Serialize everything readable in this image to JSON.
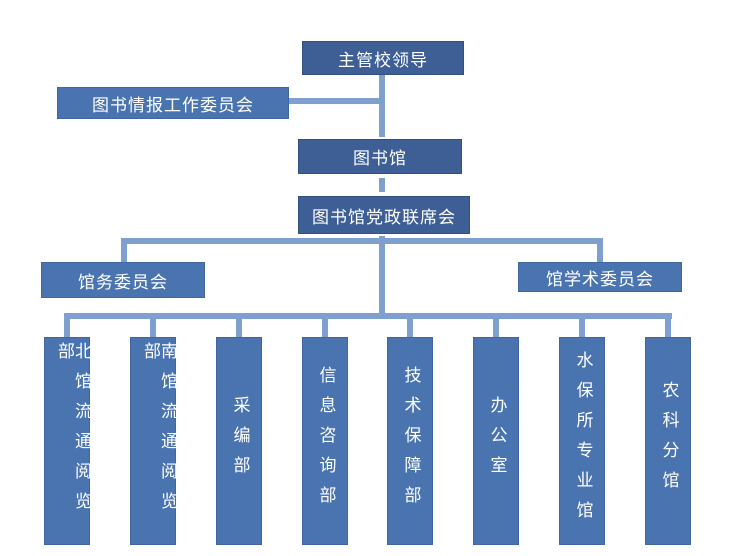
{
  "nodes": {
    "leadership": "主管校领导",
    "info_committee": "图书情报工作委员会",
    "library": "图书馆",
    "joint_meeting": "图书馆党政联席会",
    "affairs_committee": "馆务委员会",
    "academic_committee": "馆学术委员会"
  },
  "departments": [
    "北馆流通阅览部",
    "南馆流通阅览部",
    "采编部",
    "信息咨询部",
    "技术保障部",
    "办公室",
    "水保所专业馆",
    "农科分馆"
  ],
  "colors": {
    "connector": "#7f9fcf",
    "dark_box": "#3e5f96",
    "box": "#4a74b0",
    "text": "#ffffff"
  }
}
